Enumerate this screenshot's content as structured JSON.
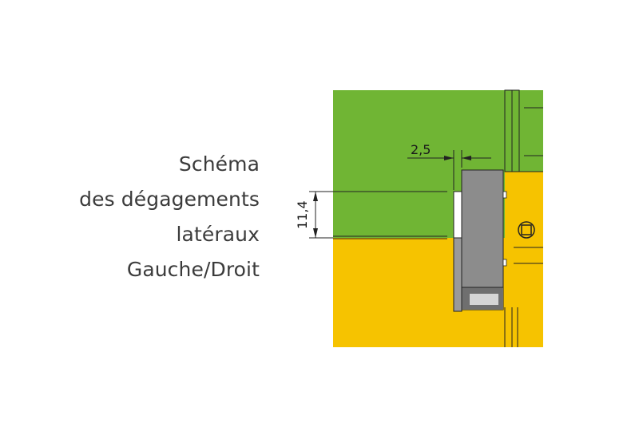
{
  "title": {
    "lines": [
      "Schéma",
      "des dégagements",
      "latéraux",
      "Gauche/Droit"
    ]
  },
  "dimensions": {
    "horizontal": "2,5",
    "vertical": "11,4"
  },
  "colors": {
    "upper_panel": "#70b534",
    "lower_panel": "#f6c300",
    "hinge_body": "#8c8c8c",
    "hinge_shadow": "#707070",
    "outline": "#222222",
    "text": "#3b3b3b"
  }
}
